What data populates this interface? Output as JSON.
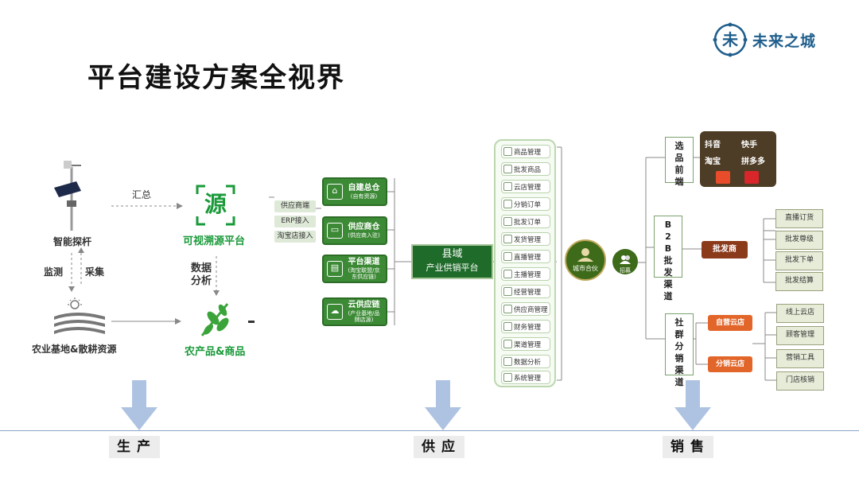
{
  "title": "平台建设方案全视界",
  "logo": {
    "text": "未来之城",
    "mark": "未"
  },
  "production": {
    "pole_label": "智能探杆",
    "collect_label": "汇总",
    "monitor_label": "监测",
    "gather_label": "采集",
    "base_label": "农业基地&散耕资源",
    "trace_mark": "源",
    "trace_label": "可视溯源平台",
    "analysis_label_1": "数据",
    "analysis_label_2": "分析",
    "product_label": "农产品&商品"
  },
  "supply": {
    "inputs": [
      "供应商端",
      "ERP接入",
      "淘宝店接入"
    ],
    "warehouses": [
      {
        "name": "自建总仓",
        "sub": "(自有资源)",
        "icon": "home-icon"
      },
      {
        "name": "供应商仓",
        "sub": "(供应商入驻)",
        "icon": "truck-icon"
      },
      {
        "name": "平台渠道",
        "sub": "(淘宝联盟/京东供应链)",
        "icon": "store-icon"
      },
      {
        "name": "云供应链",
        "sub": "(产业基地/品牌店源)",
        "icon": "cloud-icon"
      }
    ],
    "platform_1": "县域",
    "platform_2": "产业供销平台",
    "modules": [
      "商品管理",
      "批发商品",
      "云店管理",
      "分销订单",
      "批发订单",
      "发货管理",
      "直播管理",
      "主播管理",
      "经营管理",
      "供应商管理",
      "财务管理",
      "渠道管理",
      "数据分析",
      "系统管理"
    ]
  },
  "sales": {
    "partner_label": "城市合伙",
    "recruit_label": "招募",
    "channels": [
      {
        "label": "选品前端"
      },
      {
        "label": "B2B批发渠道",
        "node": "批发商",
        "items": [
          "直播订货",
          "批发尊级",
          "批发下单",
          "批发结算"
        ]
      },
      {
        "label": "社群分销渠道",
        "nodes": [
          "自营云店",
          "分销云店"
        ],
        "items": [
          "线上云店",
          "顾客管理",
          "营销工具",
          "门店核销"
        ]
      }
    ],
    "apps": [
      "抖音",
      "快手",
      "淘宝",
      "拼多多"
    ]
  },
  "stages": [
    "生产",
    "供应",
    "销售"
  ],
  "colors": {
    "green": "#3c8a35",
    "dark_green": "#1f6b2a",
    "brown": "#8b3a1a",
    "orange": "#e2662a",
    "arrow": "#aec3e2"
  }
}
